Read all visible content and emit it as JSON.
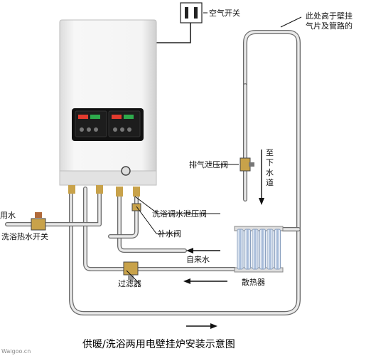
{
  "title": "供暖/洗浴两用电壁挂炉安装示意图",
  "watermark": "Waigoo.cn",
  "labels": {
    "air_switch": "空气开关",
    "high_note_line1": "此处高于壁挂",
    "high_note_line2": "气片及管路的",
    "exhaust_valve": "排气泄压阀",
    "down_to_drain_1": "至",
    "down_to_drain_2": "下",
    "down_to_drain_3": "水",
    "down_to_drain_4": "道",
    "cold_water_partial": "用水",
    "bath_hot_switch": "洗浴热水开关",
    "bath_relief_valve": "洗浴调水泄压阀",
    "makeup_valve": "补水阀",
    "tap_water": "自来水",
    "filter": "过滤器",
    "radiator": "散热器"
  },
  "colors": {
    "boiler_body": "#f2f2f2",
    "panel": "#111111",
    "pipe": "#6a6a6a",
    "radiator_fin": "#8fa8c8"
  }
}
